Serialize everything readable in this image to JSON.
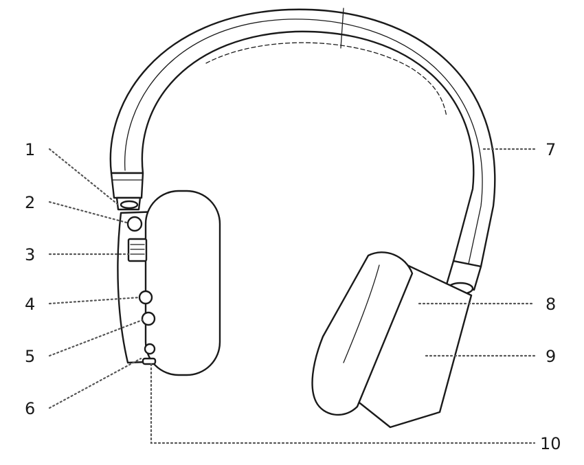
{
  "callouts": [
    {
      "id": "1",
      "label": "1"
    },
    {
      "id": "2",
      "label": "2"
    },
    {
      "id": "3",
      "label": "3"
    },
    {
      "id": "4",
      "label": "4"
    },
    {
      "id": "5",
      "label": "5"
    },
    {
      "id": "6",
      "label": "6"
    },
    {
      "id": "7",
      "label": "7"
    },
    {
      "id": "8",
      "label": "8"
    },
    {
      "id": "9",
      "label": "9"
    },
    {
      "id": "10",
      "label": "10"
    }
  ],
  "colors": {
    "line": "#1a1a1a",
    "leader": "#555555",
    "background": "#ffffff"
  }
}
